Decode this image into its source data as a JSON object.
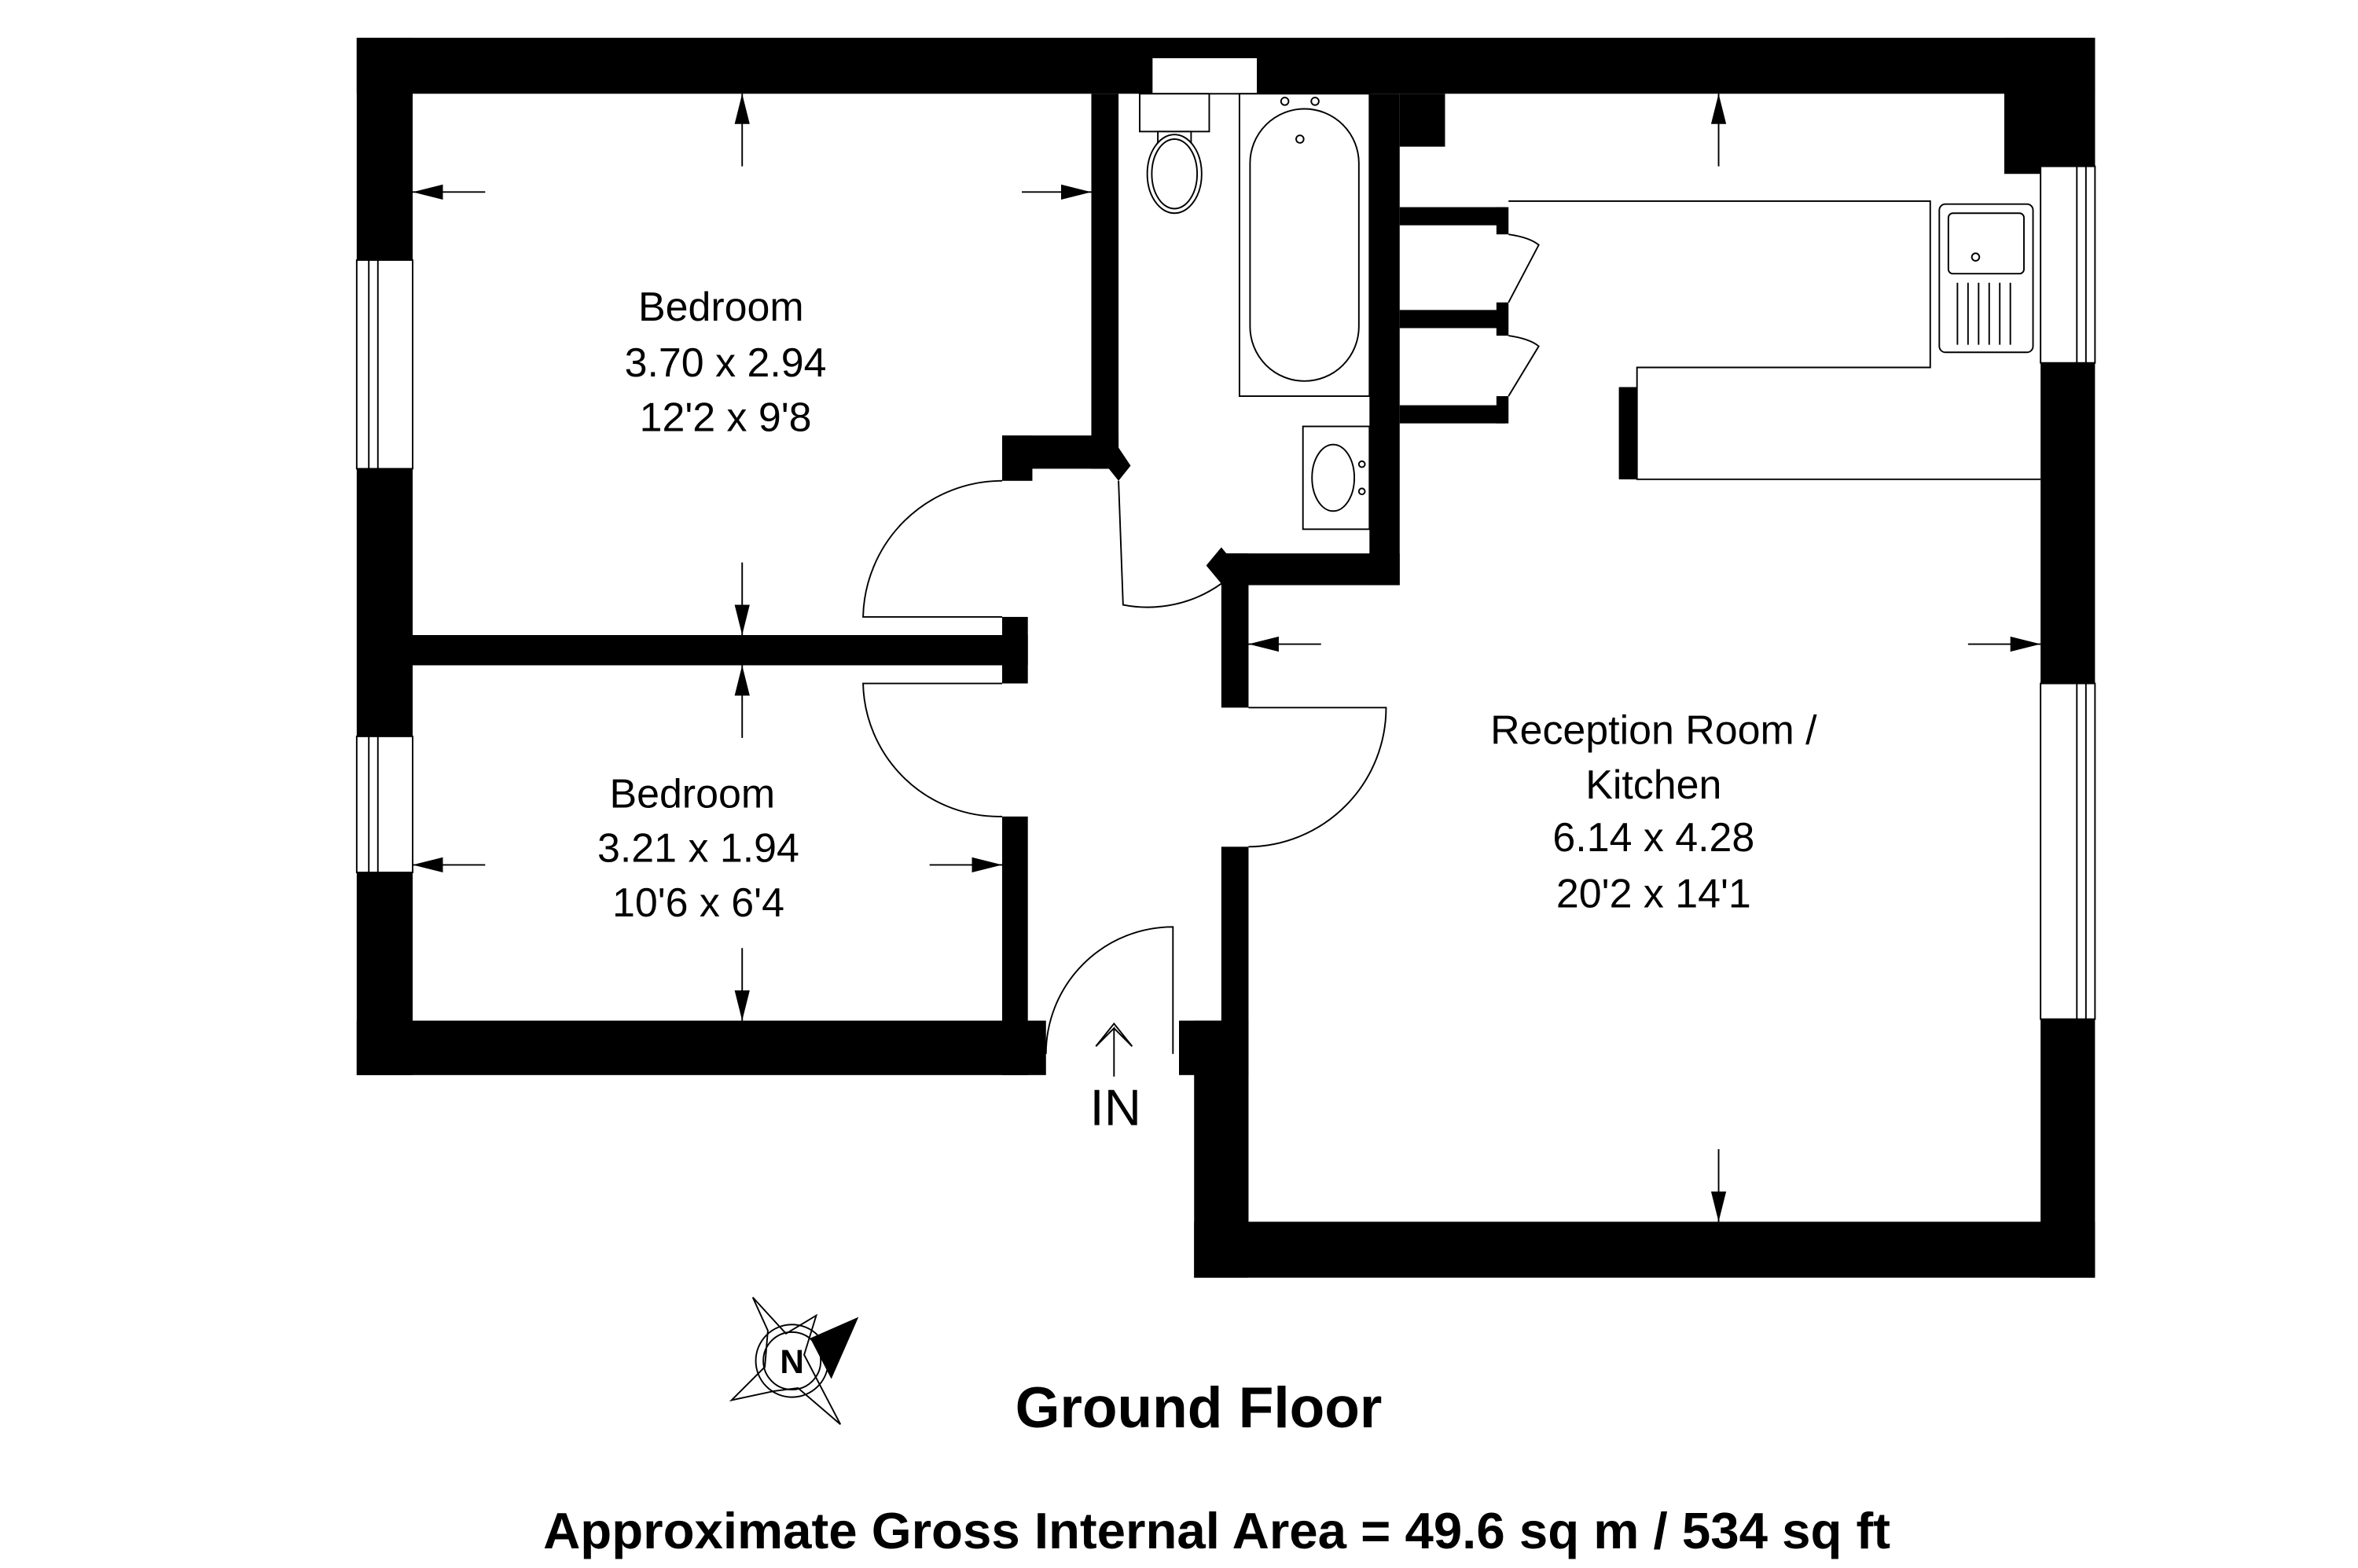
{
  "floor": {
    "title": "Ground Floor",
    "area_text": "Approximate Gross Internal Area = 49.6 sq m / 534 sq ft"
  },
  "rooms": [
    {
      "name": "Bedroom",
      "metric": "3.70 x 2.94",
      "imperial": "12'2 x 9'8"
    },
    {
      "name": "Bedroom",
      "metric": "3.21 x 1.94",
      "imperial": "10'6 x 6'4"
    },
    {
      "name_line1": "Reception Room /",
      "name_line2": "Kitchen",
      "metric": "6.14 x 4.28",
      "imperial": "20'2 x 14'1"
    }
  ],
  "entrance": {
    "label": "IN"
  },
  "compass": {
    "label": "N"
  },
  "colors": {
    "wall": "#000000",
    "background": "#ffffff"
  }
}
